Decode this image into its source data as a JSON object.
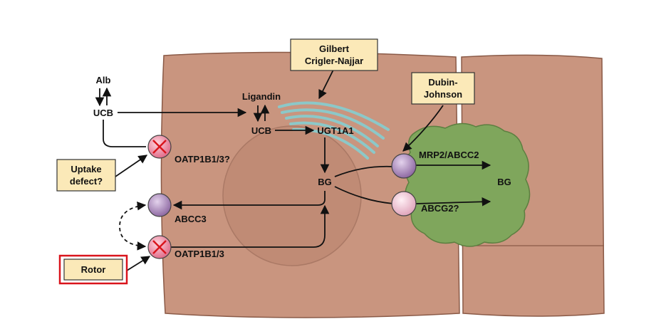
{
  "diagram": {
    "boxes": {
      "gilbert_line1": "Gilbert",
      "gilbert_line2": "Crigler-Najjar",
      "dubin_line1": "Dubin-",
      "dubin_line2": "Johnson",
      "uptake_line1": "Uptake",
      "uptake_line2": "defect?",
      "rotor": "Rotor"
    },
    "labels": {
      "alb": "Alb",
      "ucb_outside": "UCB",
      "ligandin": "Ligandin",
      "ucb_inside": "UCB",
      "ugt1a1": "UGT1A1",
      "bg_inside": "BG",
      "bg_canaliculus": "BG",
      "oatp_top": "OATP1B1/3?",
      "abcc3": "ABCC3",
      "oatp_bottom": "OATP1B1/3",
      "mrp2": "MRP2/ABCC2",
      "abcg2": "ABCG2?"
    },
    "colors": {
      "cell": "#c9957f",
      "cell_edge": "#8a5a47",
      "nucleus": "#c08a75",
      "canaliculus": "#7fa65c",
      "box_fill": "#fbe9b8",
      "highlight": "#d9141c",
      "defective_transporter": "#e9829a",
      "transporter_purple": "#a989b8",
      "transporter_pink": "#f0c8d6",
      "er": "#8cc8c8"
    }
  }
}
